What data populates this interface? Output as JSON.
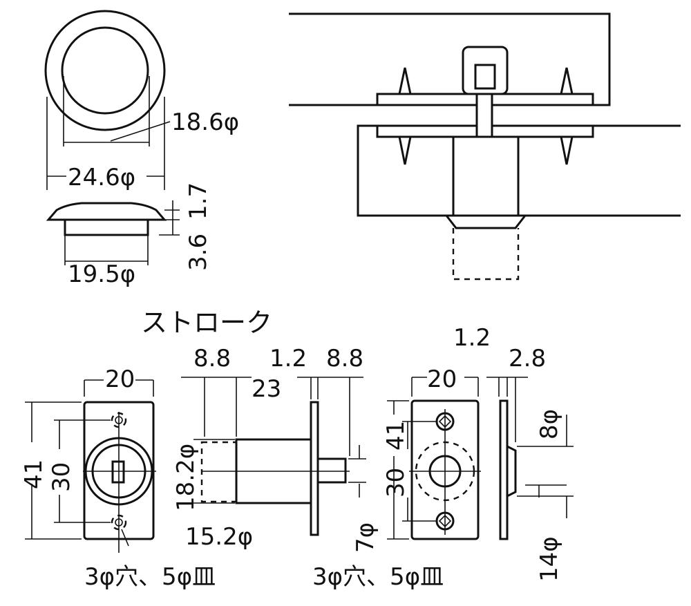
{
  "labels": {
    "cap_inner_diameter": "18.6φ",
    "cap_outer_diameter": "24.6φ",
    "cap_height": "1.7",
    "cap_total_height": "3.6",
    "cap_base_diameter": "19.5φ",
    "stroke": "ストローク",
    "front_width": "20",
    "front_height": "41",
    "front_hole_pitch": "30",
    "hole_note_left": "3φ穴、5φ皿",
    "body_len_a": "8.8",
    "body_len_total": "23",
    "plate_thickness": "1.2",
    "body_len_b": "8.8",
    "body_diameter": "18.2φ",
    "flange_diameter": "15.2φ",
    "bolt_diameter": "7φ",
    "strike_width": "20",
    "strike_thickness_a": "1.2",
    "strike_thickness_b": "2.8",
    "strike_height": "41",
    "strike_hole_pitch": "30",
    "strike_hole_diameter": "8φ",
    "strike_boss_diameter": "14φ",
    "hole_note_right": "3φ穴、5φ皿"
  }
}
